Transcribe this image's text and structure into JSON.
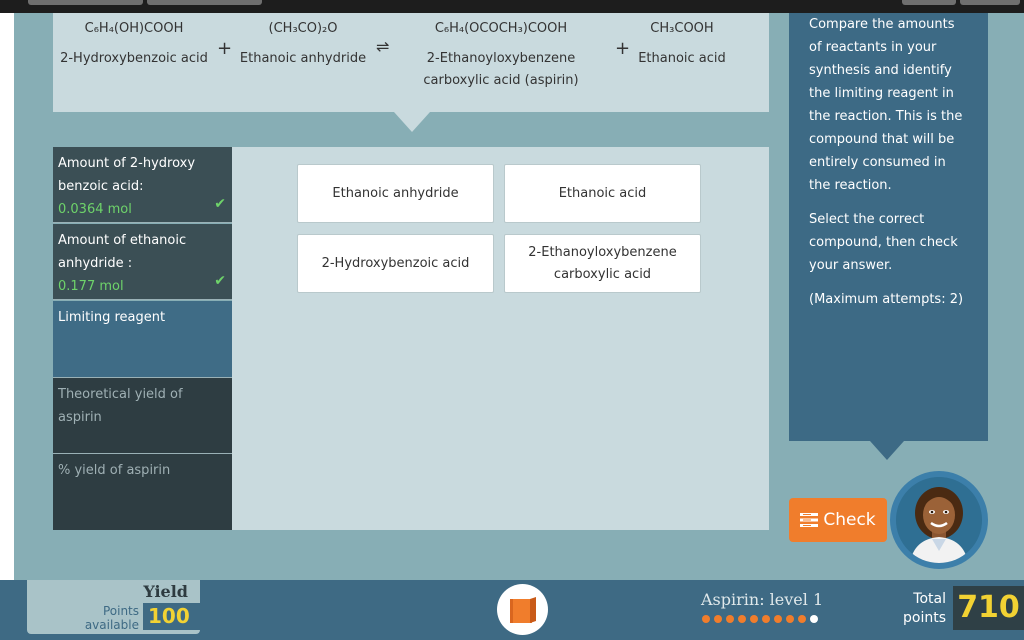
{
  "equation": {
    "reactant1_formula": "C₆H₄(OH)COOH",
    "reactant1_name": "2-Hydroxybenzoic acid",
    "plus": "+",
    "reactant2_formula": "(CH₃CO)₂O",
    "reactant2_name": "Ethanoic anhydride",
    "equilibrium": "⇌",
    "product1_formula": "C₆H₄(OCOCH₃)COOH",
    "product1_name_line1": "2-Ethanoyloxybenzene",
    "product1_name_line2": "carboxylic acid (aspirin)",
    "product2_formula": "CH₃COOH",
    "product2_name": "Ethanoic acid"
  },
  "steps": [
    {
      "label": "Amount of 2-hydroxy benzoic acid:",
      "value": "0.0364 mol",
      "tick": "✔"
    },
    {
      "label": "Amount of ethanoic anhydride :",
      "value": "0.177 mol",
      "tick": "✔"
    },
    {
      "label": "Limiting reagent"
    },
    {
      "label": "Theoretical yield of aspirin"
    },
    {
      "label": "% yield of aspirin"
    }
  ],
  "options": [
    {
      "label": "Ethanoic anhydride"
    },
    {
      "label": "Ethanoic acid"
    },
    {
      "label": "2-Hydroxybenzoic acid"
    },
    {
      "label_line1": "2-Ethanoyloxybenzene",
      "label_line2": "carboxylic acid"
    }
  ],
  "instructions": {
    "p1": "Compare the amounts of reactants in your synthesis and identify the limiting reagent in the reaction. This is the compound that will be entirely consumed in the reaction.",
    "p2": "Select the correct compound, then check your answer.",
    "p3": "(Maximum attempts: 2)"
  },
  "check_button": {
    "label": "Check",
    "icon": "list-icon"
  },
  "footer": {
    "yield_title": "Yield",
    "points_available_line1": "Points",
    "points_available_line2": "available",
    "points_available_value": "100",
    "level_label": "Aspirin: level 1",
    "progress_dots_total": 10,
    "progress_dots_filled": 9,
    "total_label_line1": "Total",
    "total_label_line2": "points",
    "total_points": "710"
  },
  "colors": {
    "accent_orange": "#f07d2c",
    "score_yellow": "#f2d233",
    "correct_green": "#6ed36a",
    "panel_blue": "#3d6a85"
  }
}
